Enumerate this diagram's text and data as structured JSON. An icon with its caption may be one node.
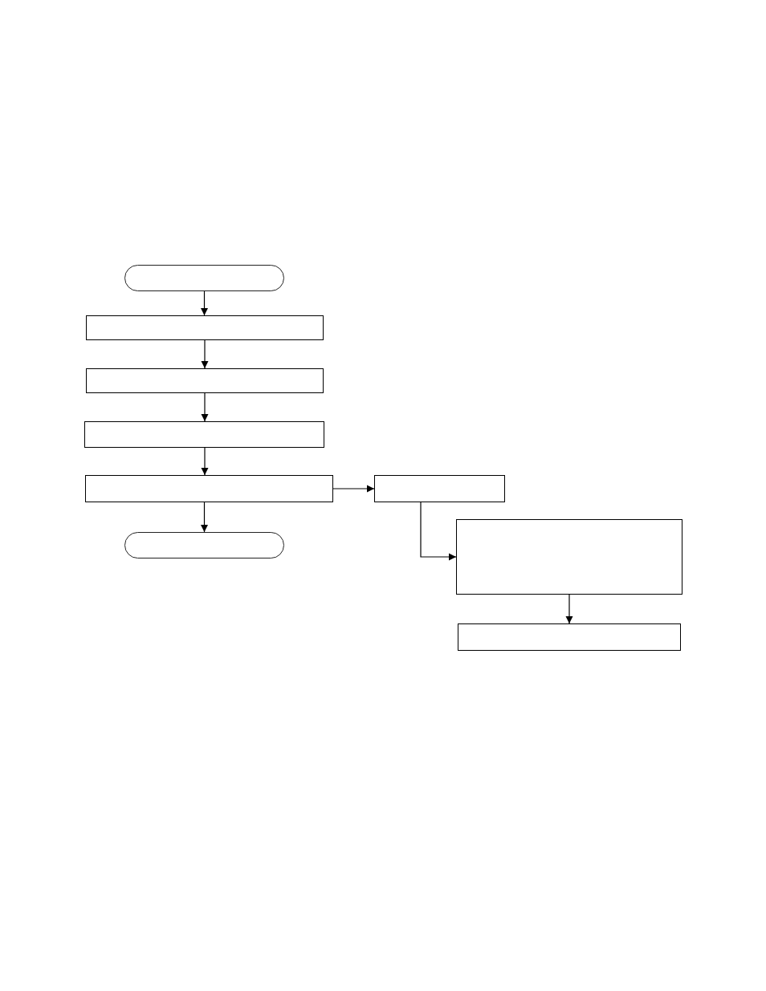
{
  "diagram": {
    "nodes": [
      {
        "text": [],
        "shape": "pill"
      },
      {
        "text": [],
        "shape": "box"
      },
      {
        "text": [],
        "shape": "box"
      },
      {
        "text": [],
        "shape": "box"
      },
      {
        "text": [],
        "shape": "box"
      },
      {
        "text": [],
        "shape": "pill"
      },
      {
        "text": [],
        "shape": "box"
      },
      {
        "text": [],
        "shape": "box"
      },
      {
        "text": [],
        "shape": "box"
      }
    ],
    "edges": [
      {
        "from": 0,
        "to": 1,
        "arrow": "to"
      },
      {
        "from": 1,
        "to": 2,
        "arrow": "to"
      },
      {
        "from": 2,
        "to": 3,
        "arrow": "to"
      },
      {
        "from": 3,
        "to": 4,
        "arrow": "to"
      },
      {
        "from": 4,
        "to": 5,
        "arrow": "to"
      },
      {
        "from": 4,
        "to": 6,
        "arrow": "to"
      },
      {
        "from": 6,
        "to": 7,
        "arrow": "to"
      },
      {
        "from": 7,
        "to": 8,
        "arrow": "to"
      }
    ]
  }
}
